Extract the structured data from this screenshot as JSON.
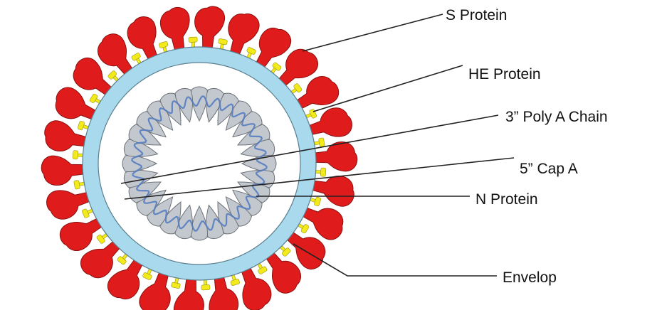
{
  "diagram": {
    "labels": {
      "s_protein": "S Protein",
      "he_protein": "HE Protein",
      "poly_a_chain": "3” Poly A Chain",
      "cap_a": "5” Cap A",
      "n_protein": "N Protein",
      "envelop": "Envelop"
    },
    "colors": {
      "spike": "#e01b1b",
      "spike_outline": "#8a1010",
      "he": "#f2ea1a",
      "he_outline": "#9a9410",
      "envelope": "#a9d9ec",
      "envelope_outline": "#5b7f8f",
      "capsid": "#c3c8cf",
      "capsid_outline": "#6e737a",
      "rna": "#4f79c0",
      "leader": "#222222"
    },
    "counts": {
      "spikes": 26,
      "he_proteins": 26,
      "nucleocapsid_units": 28
    }
  }
}
